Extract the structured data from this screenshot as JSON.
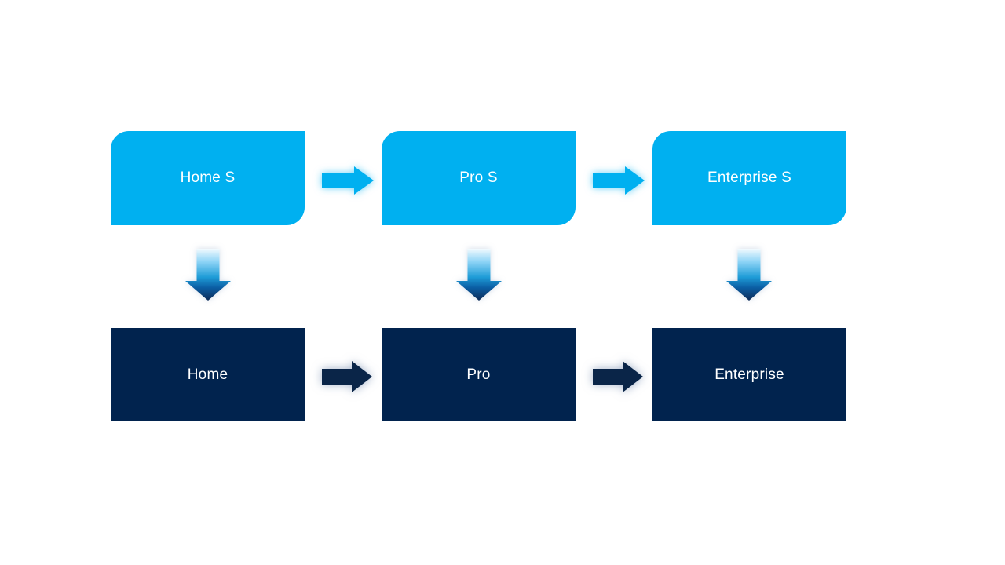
{
  "diagram": {
    "columns": [
      {
        "top_label": "Home S",
        "bottom_label": "Home"
      },
      {
        "top_label": "Pro S",
        "bottom_label": "Pro"
      },
      {
        "top_label": "Enterprise S",
        "bottom_label": "Enterprise"
      }
    ],
    "colors": {
      "top_box": "#00B0F0",
      "bottom_box": "#01234E",
      "text": "#FFFFFF",
      "arrow_light": "#00B0F0",
      "arrow_dark": "#0A2548",
      "down_gradient_stop_1": "#F2FAFE",
      "down_gradient_stop_2": "#8ED4F6",
      "down_gradient_stop_3": "#1E9CD7",
      "down_gradient_stop_4": "#0B5EA4",
      "down_gradient_stop_5": "#0D2A56",
      "background": "#FFFFFF"
    }
  }
}
